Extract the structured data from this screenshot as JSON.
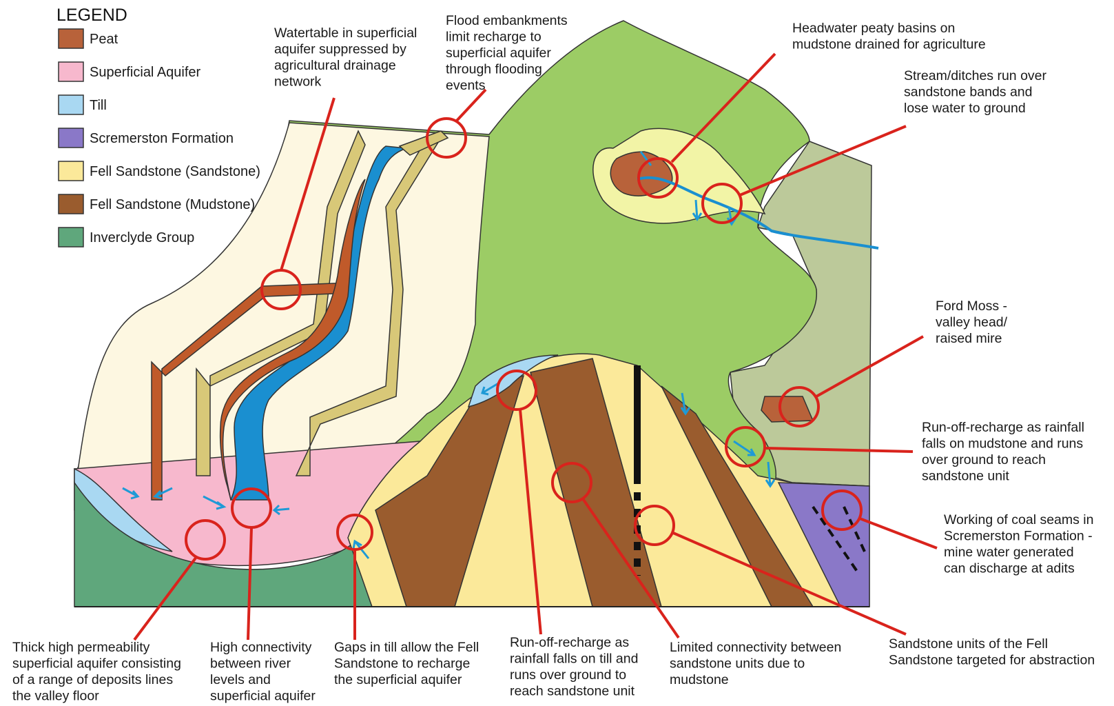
{
  "legend": {
    "title": "LEGEND",
    "items": [
      {
        "label": "Peat",
        "color": "#b8623a"
      },
      {
        "label": "Superficial Aquifer",
        "color": "#f7b8cd"
      },
      {
        "label": "Till",
        "color": "#a9d8f2"
      },
      {
        "label": "Scremerston Formation",
        "color": "#8a78c8"
      },
      {
        "label": "Fell Sandstone (Sandstone)",
        "color": "#fbe99a"
      },
      {
        "label": "Fell Sandstone (Mudstone)",
        "color": "#9a5c2e"
      },
      {
        "label": "Inverclyde Group",
        "color": "#5fa77c"
      }
    ]
  },
  "annotations": {
    "watertable": [
      "Watertable in superficial",
      "aquifer suppressed by",
      "agricultural drainage",
      "network"
    ],
    "flood": [
      "Flood embankments",
      "limit recharge to",
      "superficial aquifer",
      "through flooding",
      "events"
    ],
    "headwater": [
      "Headwater peaty basins on",
      "mudstone drained for agriculture"
    ],
    "stream": [
      "Stream/ditches run over",
      "sandstone bands and",
      "lose water to ground"
    ],
    "fordmoss": [
      "Ford Moss -",
      "valley head/",
      "raised mire"
    ],
    "runoff_mudstone": [
      "Run-off-recharge as rainfall",
      "falls on mudstone and runs",
      "over ground to reach",
      "sandstone unit"
    ],
    "coal": [
      "Working of coal seams in",
      "Scremerston Formation -",
      "mine water generated",
      "can discharge at adits"
    ],
    "sandstone_units": [
      "Sandstone units of the Fell",
      "Sandstone targeted for abstraction"
    ],
    "thick": [
      "Thick high permeability",
      "superficial aquifer consisting",
      "of a range of deposits lines",
      "the valley floor"
    ],
    "connectivity": [
      "High connectivity",
      "between river",
      "levels and",
      "superficial aquifer"
    ],
    "gaps": [
      "Gaps in till allow the Fell",
      "Sandstone to recharge",
      "the superficial aquifer"
    ],
    "runoff_till": [
      "Run-off-recharge as",
      "rainfall falls on till and",
      "runs over ground to",
      "reach sandstone unit"
    ],
    "limited": [
      "Limited connectivity between",
      "sandstone units due to",
      "mudstone"
    ]
  },
  "colors": {
    "green_surface": "#9ccc65",
    "floodplain": "#fdf7e1",
    "river": "#1a8fd0",
    "levee": "#d8c878",
    "drain": "#c05a2a",
    "grey_green": "#bcc99a",
    "callout_red": "#d9231c"
  }
}
